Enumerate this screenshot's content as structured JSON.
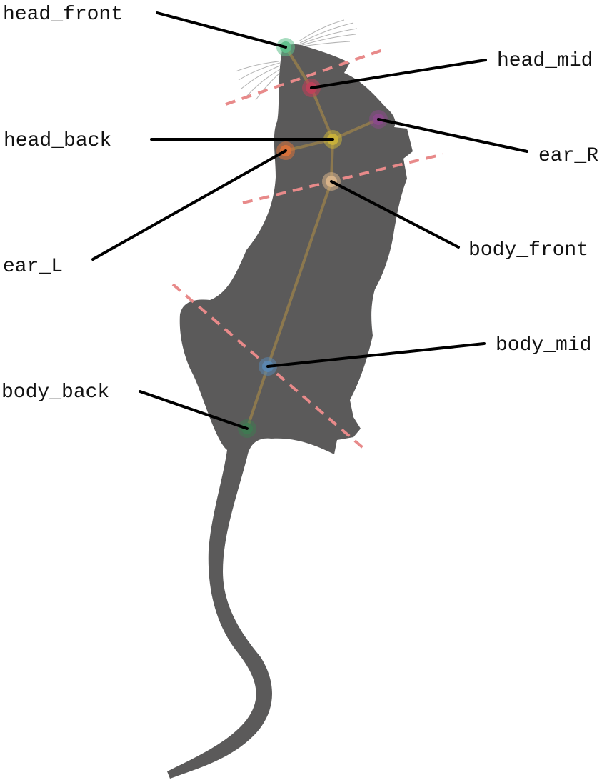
{
  "keypoints": [
    {
      "id": "head_front",
      "label": "head_front",
      "color": "#5fbf8a"
    },
    {
      "id": "head_mid",
      "label": "head_mid",
      "color": "#c0405a"
    },
    {
      "id": "head_back",
      "label": "head_back",
      "color": "#c9b23a"
    },
    {
      "id": "ear_L",
      "label": "ear_L",
      "color": "#d9723a"
    },
    {
      "id": "ear_R",
      "label": "ear_R",
      "color": "#8a4a8a"
    },
    {
      "id": "body_front",
      "label": "body_front",
      "color": "#d8b48a"
    },
    {
      "id": "body_mid",
      "label": "body_mid",
      "color": "#5a86b0"
    },
    {
      "id": "body_back",
      "label": "body_back",
      "color": "#3f7a52"
    }
  ],
  "colors": {
    "mouse_body": "#5b5a5a",
    "skeleton": "#8f7a4e",
    "guide_lines": "#e88a8a",
    "leader_lines": "#000000"
  }
}
